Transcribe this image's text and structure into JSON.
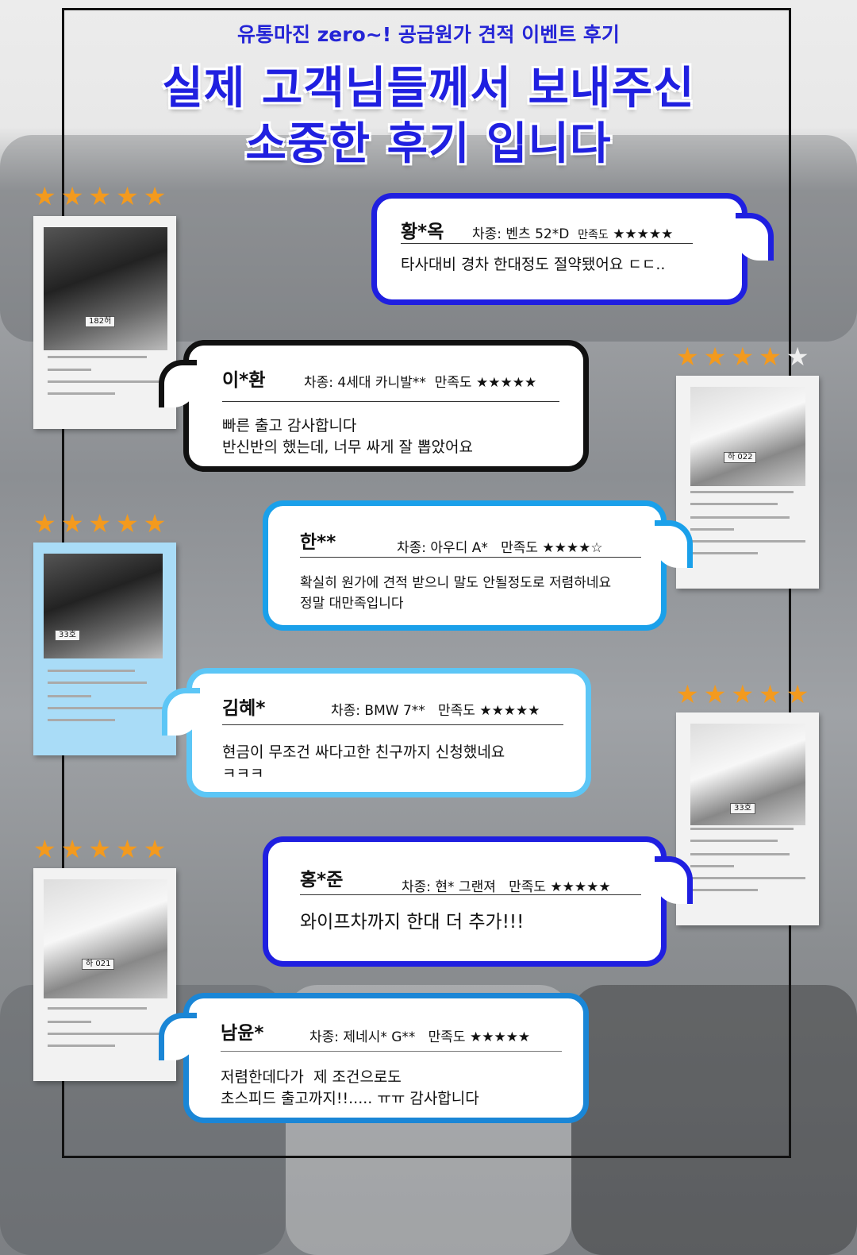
{
  "header": {
    "subtitle": "유통마진 zero~! 공급원가 견적 이벤트 후기",
    "title_line1": "실제 고객님들께서 보내주신",
    "title_line2": "소중한 후기 입니다"
  },
  "photo_cards": [
    {
      "rating": 5,
      "stars": "★★★★★",
      "plate": "182허"
    },
    {
      "rating": 5,
      "stars": "★★★★★",
      "plate": "33호"
    },
    {
      "rating": 5,
      "stars": "★★★★★",
      "plate": "하 021"
    },
    {
      "rating": 4,
      "stars": "★★★★",
      "star_off": "★",
      "plate": "하 022"
    },
    {
      "rating": 5,
      "stars": "★★★★★",
      "plate": "33호"
    }
  ],
  "reviews": [
    {
      "name": "황*옥",
      "car": "차종: 벤츠 52*D",
      "sat_label": "만족도",
      "stars": "★★★★★",
      "text": "타사대비 경차 한대정도 절약됐어요 ㄷㄷ.."
    },
    {
      "name": "이*환",
      "car": "차종: 4세대 카니발**",
      "sat_label": "만족도",
      "stars": "★★★★★",
      "text": "빠른 출고 감사합니다\n반신반의 했는데, 너무 싸게 잘 뽑았어요"
    },
    {
      "name": "한**",
      "car": "차종: 아우디 A*",
      "sat_label": "만족도",
      "stars": "★★★★☆",
      "text": "확실히 원가에 견적 받으니 말도 안될정도로 저렴하네요\n정말 대만족입니다"
    },
    {
      "name": "김혜*",
      "car": "차종: BMW 7**",
      "sat_label": "만족도",
      "stars": "★★★★★",
      "text": "현금이 무조건 싸다고한 친구까지 신청했네요\nㅋㅋㅋ"
    },
    {
      "name": "홍*준",
      "car": "차종: 현* 그랜져",
      "sat_label": "만족도",
      "stars": "★★★★★",
      "text": "와이프차까지 한대 더 추가!!!"
    },
    {
      "name": "남윤*",
      "car": "차종: 제네시* G**",
      "sat_label": "만족도",
      "stars": "★★★★★",
      "text": "저렴한데다가  제 조건으로도\n초스피드 출고까지!!..... ㅠㅠ 감사합니다"
    }
  ],
  "colors": {
    "blue": "#1f1fe0",
    "black": "#111111",
    "sky": "#1aa0ea",
    "light_sky": "#5cc6f6",
    "mid_blue": "#1a86d6",
    "star": "#f39a1e"
  }
}
